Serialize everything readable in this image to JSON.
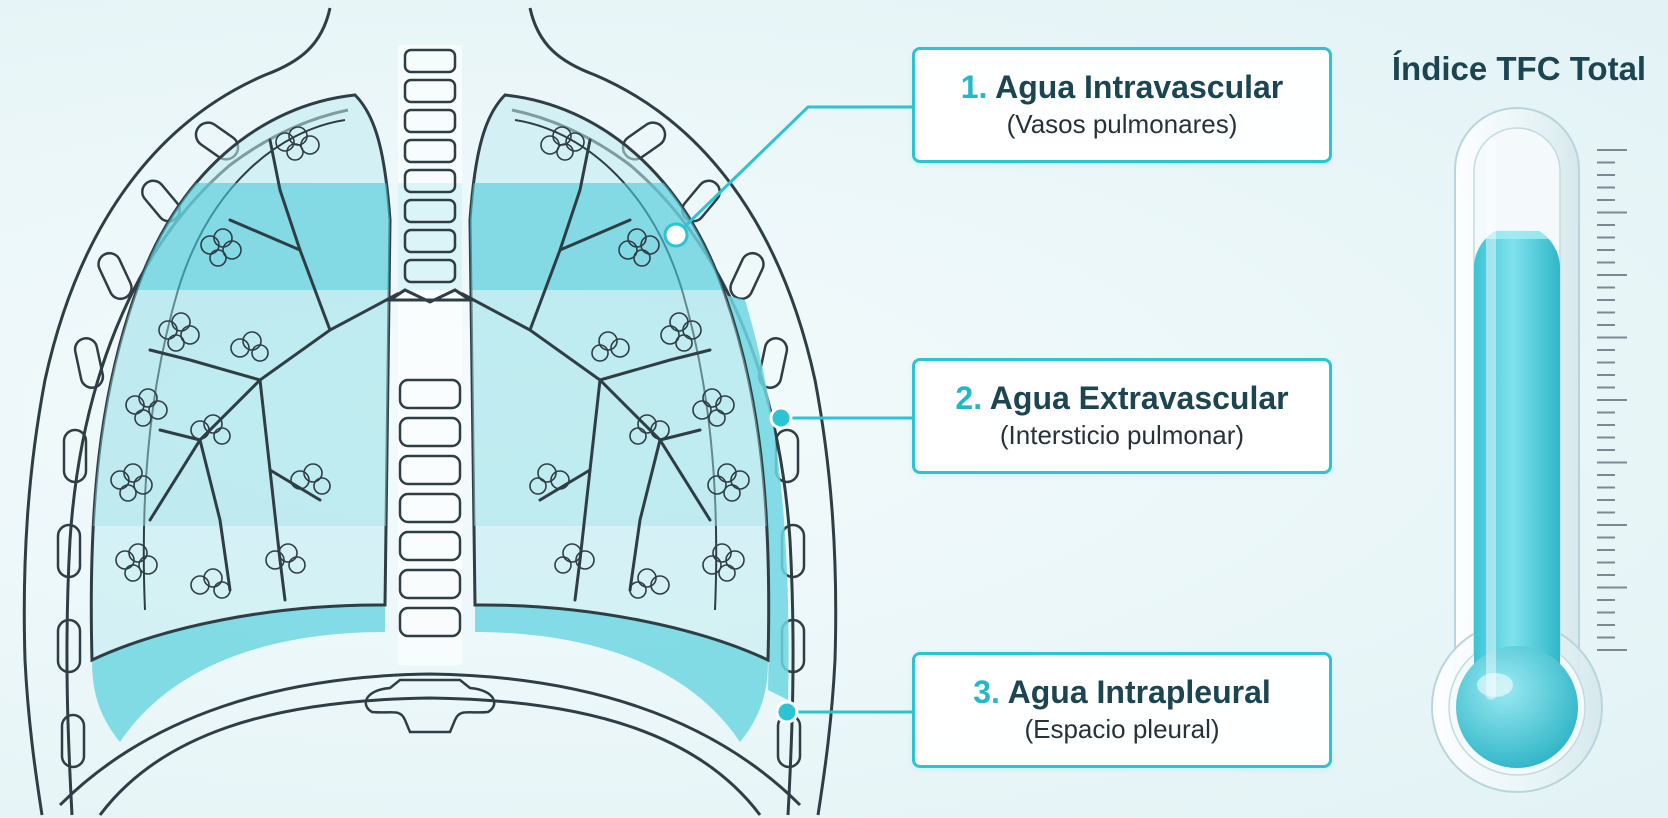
{
  "labels": [
    {
      "number": "1.",
      "title": "Agua Intravascular",
      "subtitle": "(Vasos pulmonares)"
    },
    {
      "number": "2.",
      "title": "Agua Extravascular",
      "subtitle": "(Intersticio pulmonar)"
    },
    {
      "number": "3.",
      "title": "Agua Intrapleural",
      "subtitle": "(Espacio pleural)"
    }
  ],
  "thermometer": {
    "title": "Índice TFC Total",
    "fill_level": 0.82
  },
  "colors": {
    "accent": "#2cc3d2",
    "fluid": "#6fd6e2",
    "text_dark": "#1c4552",
    "line": "#2f3e44"
  }
}
